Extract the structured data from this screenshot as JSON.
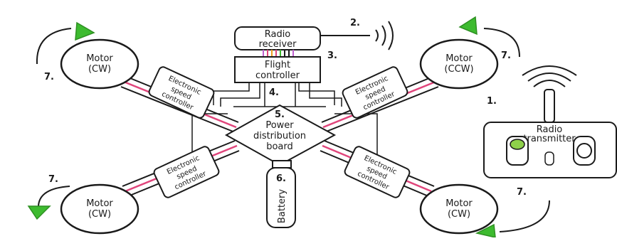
{
  "diagram": {
    "colors": {
      "line": "#1a1a1a",
      "wire_pink": "#e0457b",
      "arrow_green": "#3dbb2f",
      "arrow_edge": "#2e8f22",
      "led_green": "#8ed04a"
    },
    "motors": {
      "top_left": {
        "line1": "Motor",
        "line2": "(CW)"
      },
      "top_right": {
        "line1": "Motor",
        "line2": "(CCW)"
      },
      "bottom_left": {
        "line1": "Motor",
        "line2": "(CW)"
      },
      "bottom_right": {
        "line1": "Motor",
        "line2": "(CW)"
      }
    },
    "esc": {
      "line1": "Electronic",
      "line2": "speed",
      "line3": "controller"
    },
    "radio_receiver": {
      "line1": "Radio",
      "line2": "receiver"
    },
    "flight_controller": {
      "line1": "Flight",
      "line2": "controller"
    },
    "power_board": {
      "line1": "Power",
      "line2": "distribution",
      "line3": "board"
    },
    "battery": {
      "label": "Battery"
    },
    "radio_transmitter": {
      "line1": "Radio",
      "line2": "transmitter"
    },
    "numbers": {
      "n1": "1.",
      "n2": "2.",
      "n3": "3.",
      "n4": "4.",
      "n5": "5.",
      "n6": "6.",
      "n7a": "7.",
      "n7b": "7.",
      "n7c": "7.",
      "n7d": "7."
    },
    "icons": [
      "signal-waves-icon",
      "rotation-arrow-icon",
      "led-icon",
      "switch-icon",
      "knob-icon"
    ]
  }
}
